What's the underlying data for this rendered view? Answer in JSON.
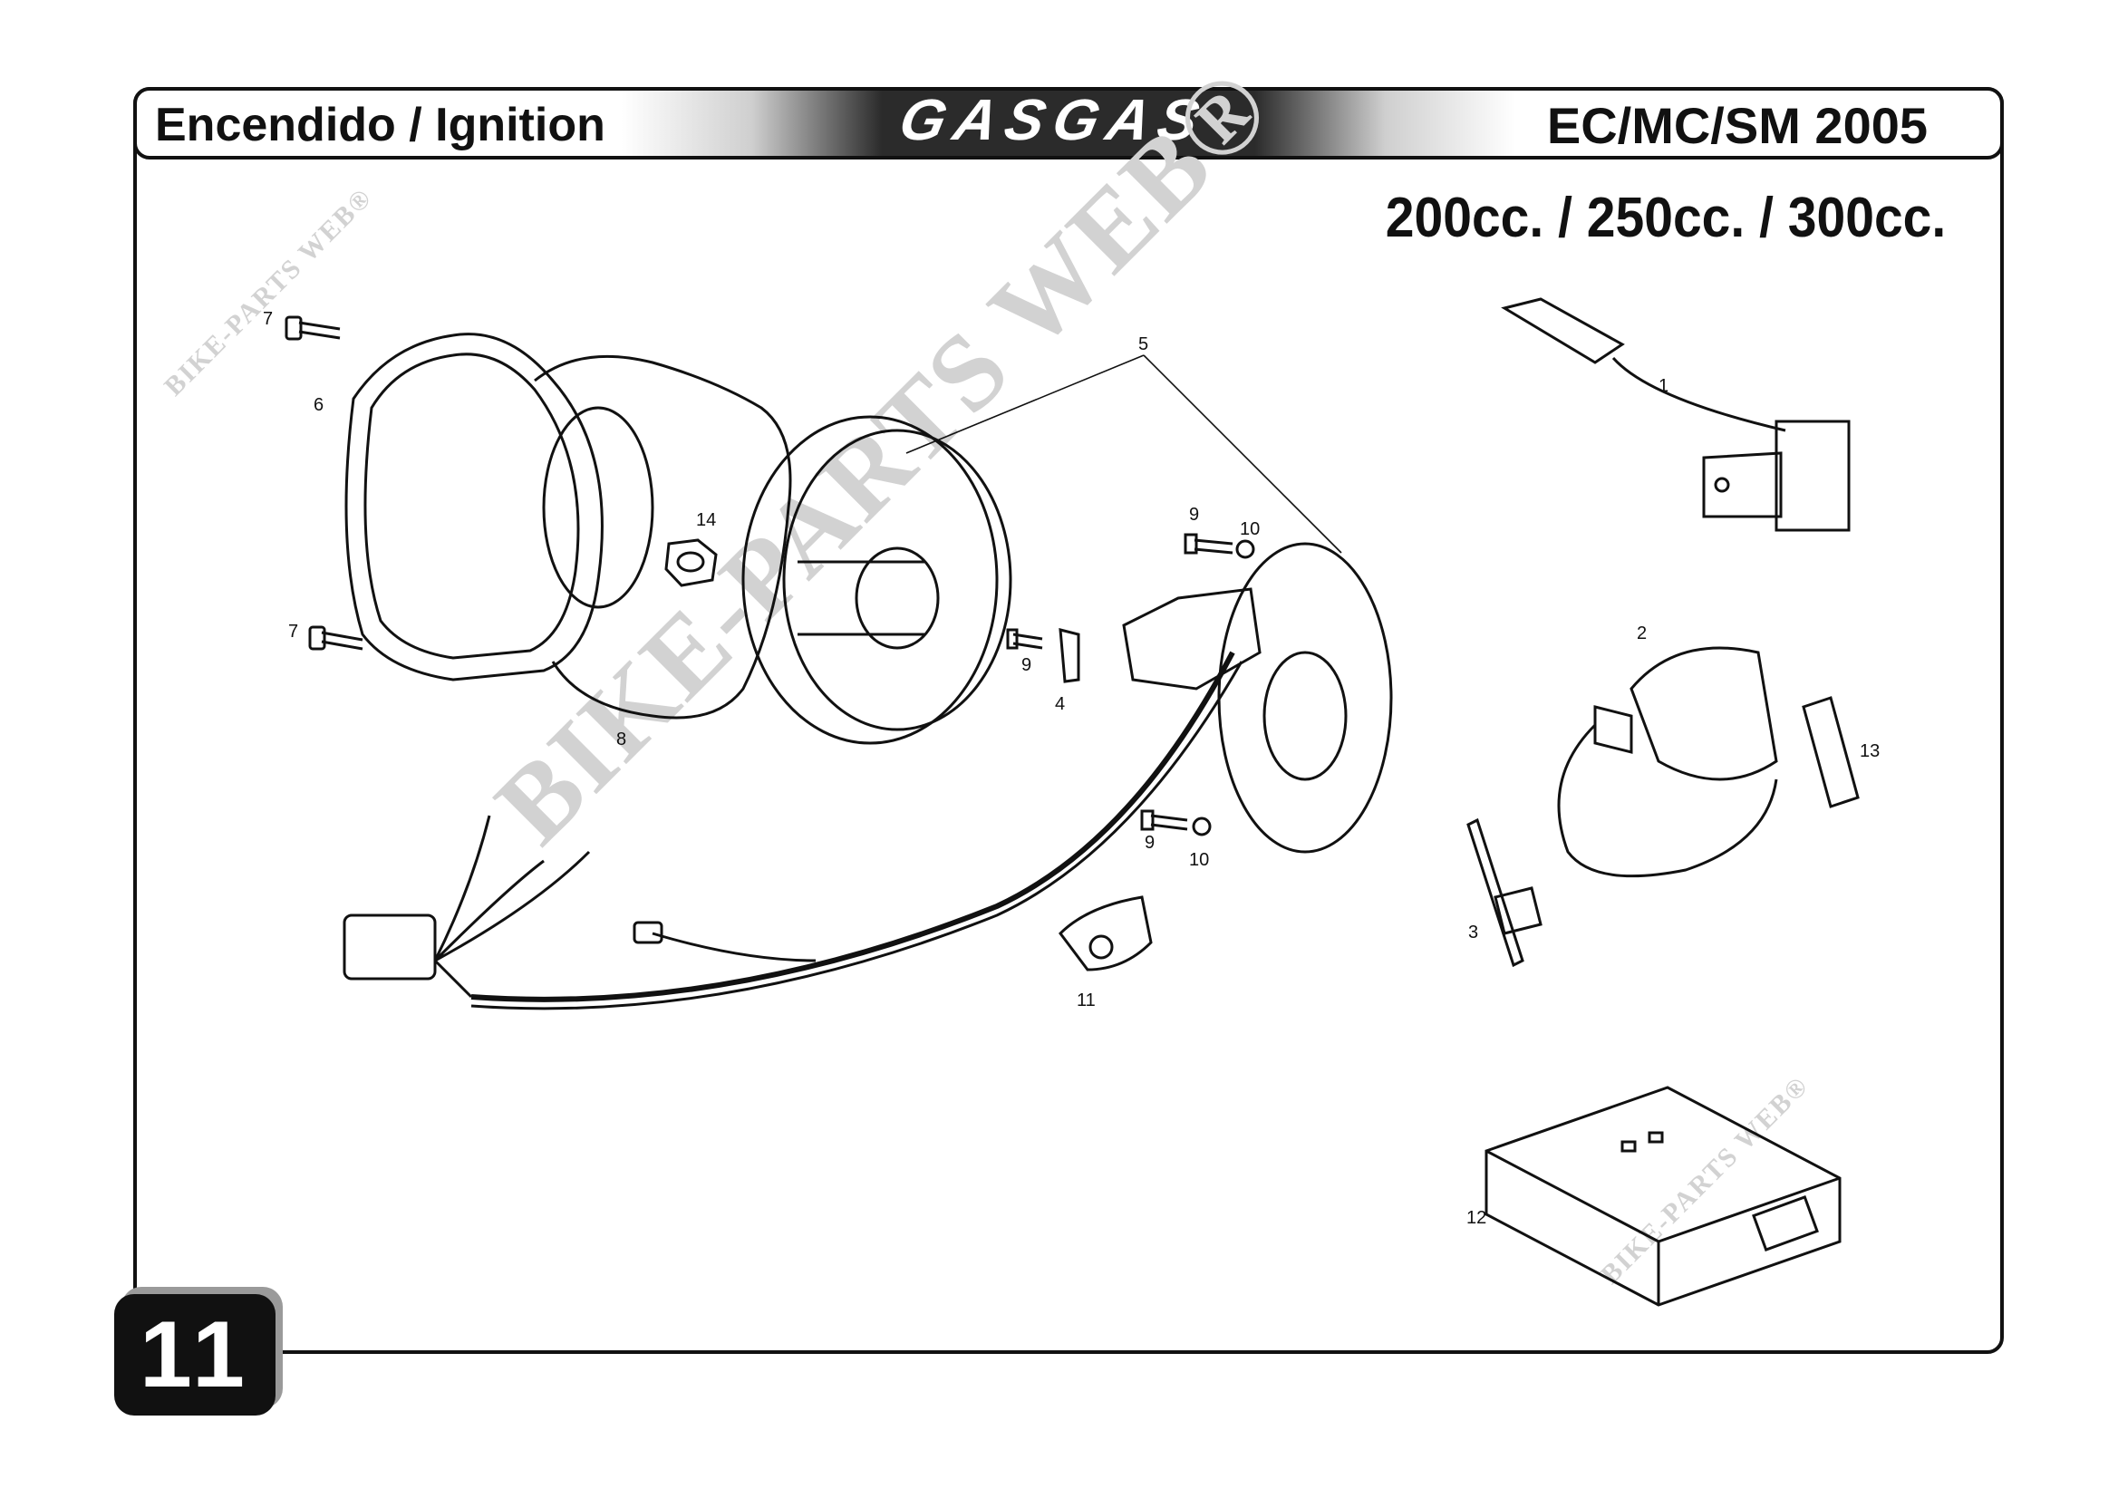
{
  "header": {
    "section_title": "Encendido / Ignition",
    "brand": "GASGAS",
    "model_range": "EC/MC/SM 2005"
  },
  "displacement": "200cc. / 250cc. / 300cc.",
  "page_number": "11",
  "callouts": [
    "1",
    "2",
    "3",
    "4",
    "5",
    "6",
    "7",
    "7",
    "8",
    "9",
    "9",
    "9",
    "10",
    "10",
    "11",
    "12",
    "13",
    "14"
  ],
  "watermark": {
    "main": "BIKE-PARTS WEB",
    "registered": "®"
  }
}
